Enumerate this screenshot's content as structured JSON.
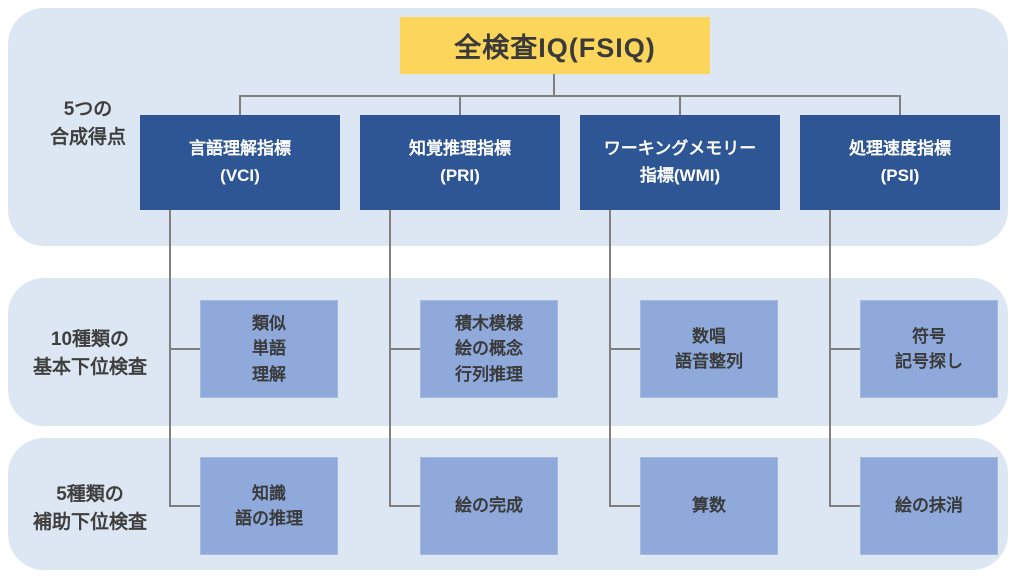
{
  "title": "全検査IQ(FSIQ)",
  "row_labels": {
    "composite": "5つの\n合成得点",
    "core": "10種類の\n基本下位検査",
    "supplementary": "5種類の\n補助下位検査"
  },
  "columns": [
    {
      "id": "vci",
      "index": "言語理解指標\n(VCI)",
      "core": "類似\n単語\n理解",
      "supplementary": "知識\n語の推理"
    },
    {
      "id": "pri",
      "index": "知覚推理指標\n(PRI)",
      "core": "積木模様\n絵の概念\n行列推理",
      "supplementary": "絵の完成"
    },
    {
      "id": "wmi",
      "index": "ワーキングメモリー\n指標(WMI)",
      "core": "数唱\n語音整列",
      "supplementary": "算数"
    },
    {
      "id": "psi",
      "index": "処理速度指標\n(PSI)",
      "core": "符号\n記号探し",
      "supplementary": "絵の抹消"
    }
  ],
  "colors": {
    "band": "#dce7f3",
    "root_box": "#fbd65b",
    "index_box": "#2e5695",
    "subtest_box": "#8ea9da",
    "connector": "#7f7f7f",
    "text_dark": "#3a3a3a",
    "text_light": "#ffffff"
  }
}
